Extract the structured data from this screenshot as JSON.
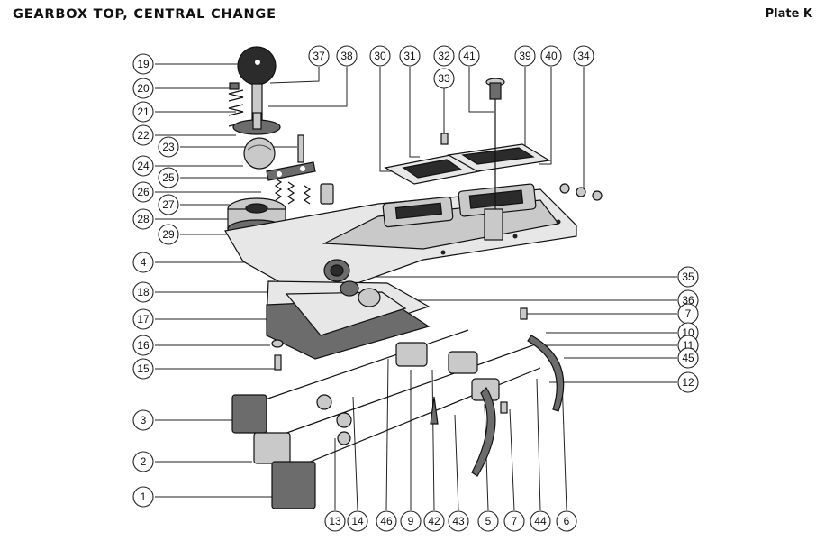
{
  "header": {
    "title": "GEARBOX TOP, CENTRAL CHANGE",
    "plate": "Plate K"
  },
  "callouts": {
    "c1": "1",
    "c2": "2",
    "c3": "3",
    "c4": "4",
    "c5": "5",
    "c6": "6",
    "c7a": "7",
    "c7b": "7",
    "c9": "9",
    "c10": "10",
    "c11": "11",
    "c12": "12",
    "c13": "13",
    "c14": "14",
    "c15": "15",
    "c16": "16",
    "c17": "17",
    "c18": "18",
    "c19": "19",
    "c20": "20",
    "c21": "21",
    "c22": "22",
    "c23": "23",
    "c24": "24",
    "c25": "25",
    "c26": "26",
    "c27": "27",
    "c28": "28",
    "c29": "29",
    "c30": "30",
    "c31": "31",
    "c32": "32",
    "c33": "33",
    "c34": "34",
    "c35": "35",
    "c36": "36",
    "c37": "37",
    "c38": "38",
    "c39": "39",
    "c40": "40",
    "c41": "41",
    "c42": "42",
    "c43": "43",
    "c44": "44",
    "c45": "45",
    "c46": "46"
  }
}
